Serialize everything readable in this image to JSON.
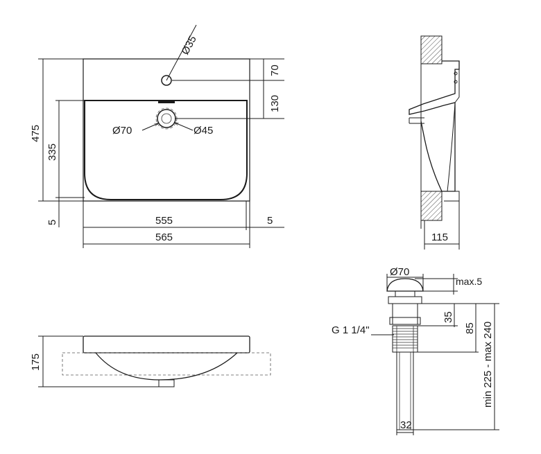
{
  "top_view": {
    "hole_tap": "Ø35",
    "tap_offset": "70",
    "drain_offset": "130",
    "total_depth": "475",
    "bowl_depth": "335",
    "front_rim": "5",
    "side_rim": "5",
    "bowl_width": "555",
    "total_width": "565",
    "drain_outer": "Ø70",
    "drain_inner": "Ø45"
  },
  "side_section": {
    "depth": "115"
  },
  "front_view": {
    "height": "175"
  },
  "drain_detail": {
    "cap_diameter": "Ø70",
    "cap_height": "max.5",
    "thread": "G 1 1/4\"",
    "d35": "35",
    "d85": "85",
    "install_range": "min 225 - max 240",
    "pipe_diameter": "32"
  }
}
